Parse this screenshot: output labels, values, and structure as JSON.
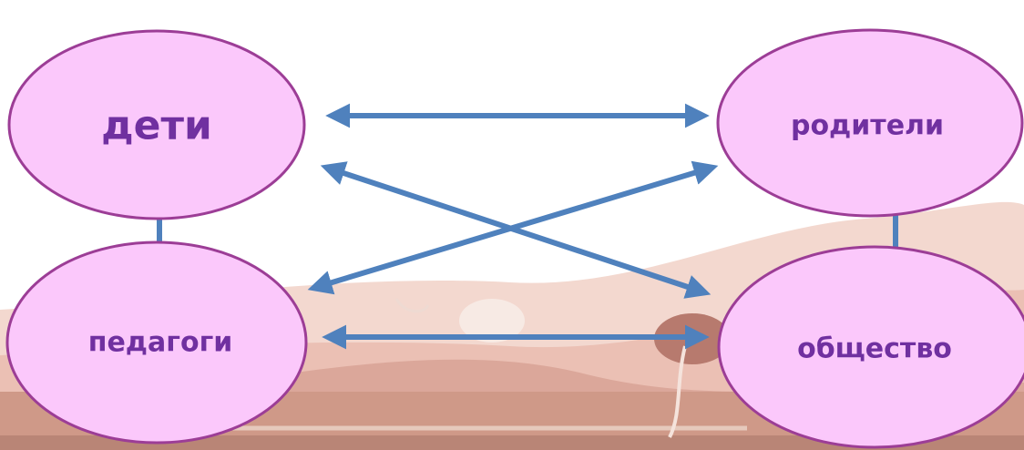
{
  "colors": {
    "node_fill": "#fbc8fb",
    "node_stroke": "#9c3d96",
    "label_text": "#7030a0",
    "arrow": "#4f81bd"
  },
  "nodes": {
    "children": {
      "label": "дети"
    },
    "parents": {
      "label": "родители"
    },
    "teachers": {
      "label": "педагоги"
    },
    "society": {
      "label": "общество"
    }
  },
  "connections": [
    {
      "from": "children",
      "to": "parents",
      "direction": "both"
    },
    {
      "from": "children",
      "to": "society",
      "direction": "both"
    },
    {
      "from": "parents",
      "to": "teachers",
      "direction": "both"
    },
    {
      "from": "teachers",
      "to": "society",
      "direction": "both"
    },
    {
      "from": "children",
      "to": "teachers",
      "direction": "both"
    },
    {
      "from": "parents",
      "to": "society",
      "direction": "both"
    }
  ]
}
